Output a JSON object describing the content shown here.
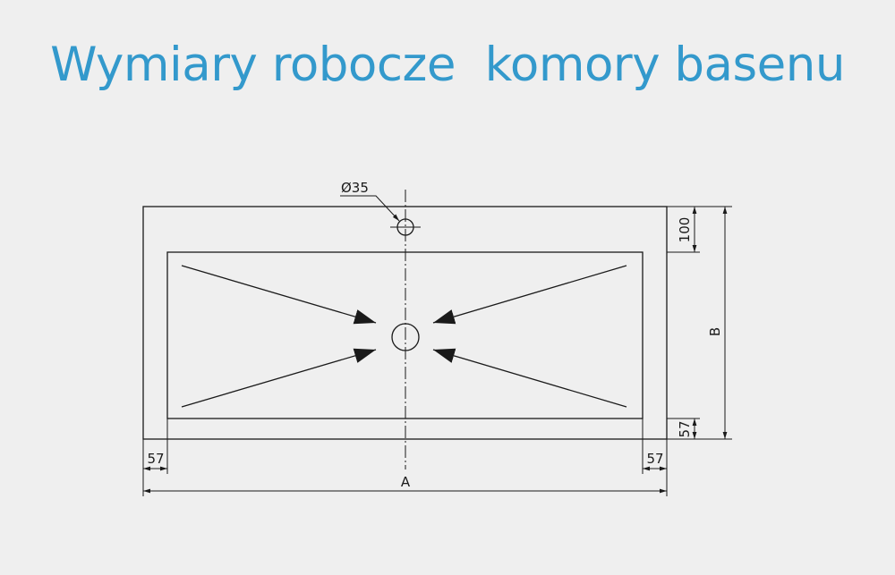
{
  "title": "Wymiary robocze  komory basenu",
  "colors": {
    "background": "#efefef",
    "title": "#3399cc",
    "line": "#1a1a1a",
    "basin_fill": "#efefef"
  },
  "dimensions": {
    "outlet_diameter": "Ø35",
    "top_offset": "100",
    "height": "B",
    "bottom_margin": "57",
    "left_margin": "57",
    "right_margin": "57",
    "width": "A"
  }
}
